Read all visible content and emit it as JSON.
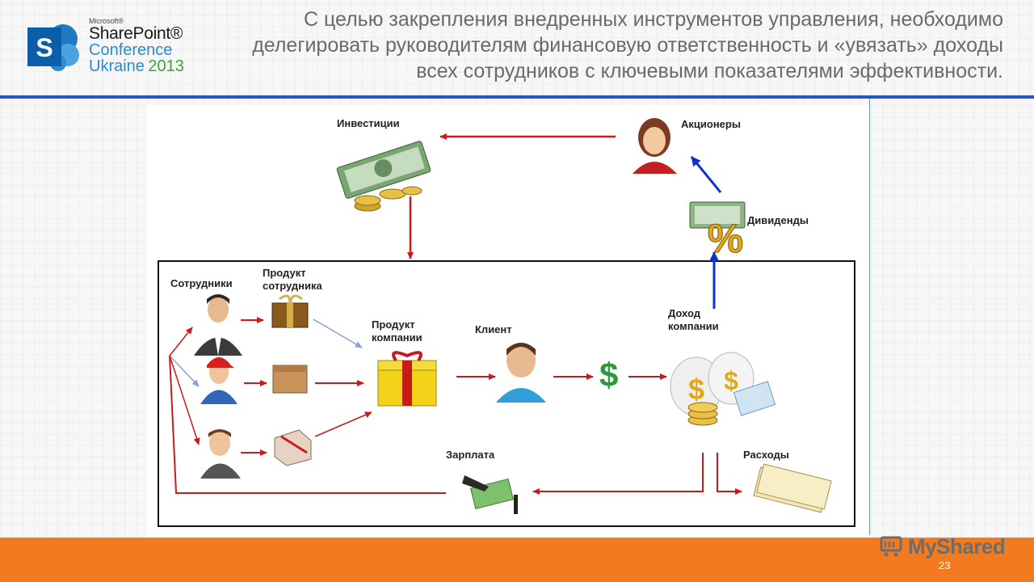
{
  "logo": {
    "vendor": "Microsoft®",
    "product": "SharePoint®",
    "line1": "Conference",
    "line2": "Ukraine",
    "year": "2013",
    "colors": {
      "blue": "#0b5fa8",
      "green": "#3aa335"
    }
  },
  "title": "С целью  закрепления внедренных инструментов управления, необходимо делегировать руководителям финансовую ответственность и «увязать»  доходы всех сотрудников с ключевыми показателями эффективности.",
  "diagram": {
    "investments": "Инвестиции",
    "shareholders": "Акционеры",
    "dividends": "Дивиденды",
    "employees": "Сотрудники",
    "employee_product": "Продукт сотрудника",
    "company_product": "Продукт компании",
    "client": "Клиент",
    "company_income": "Доход компании",
    "salary": "Зарплата",
    "expenses": "Расходы",
    "currency_symbol": "$",
    "arrow_colors": {
      "red": "#cc1a1a",
      "blue": "#1133cc",
      "lightblue": "#8aa0d8"
    }
  },
  "footer": {
    "brand": "MyShared",
    "page_number": "23",
    "color": "#f47a20"
  }
}
